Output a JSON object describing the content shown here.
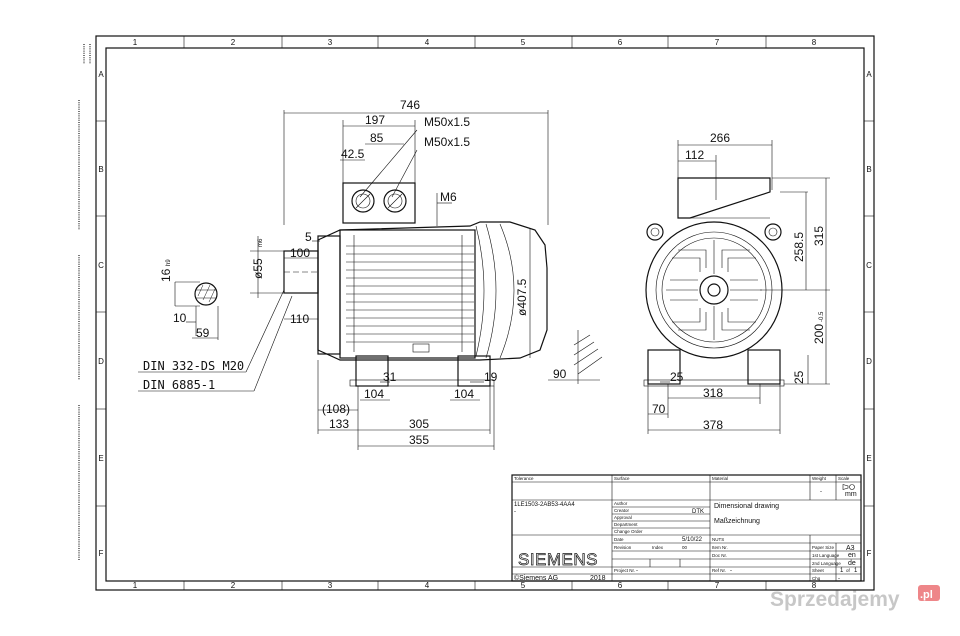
{
  "grid": {
    "columns": [
      "1",
      "2",
      "3",
      "4",
      "5",
      "6",
      "7",
      "8"
    ],
    "rows": [
      "A",
      "B",
      "C",
      "D",
      "E",
      "F"
    ]
  },
  "side_view": {
    "dims": {
      "overall_length": "746",
      "terminal_197": "197",
      "terminal_85": "85",
      "terminal_42_5": "42.5",
      "gland_1": "M50x1.5",
      "gland_2": "M50x1.5",
      "screw": "M6",
      "shaft_dia": "ø55",
      "shaft_dia_tol": "m6",
      "shaft_100": "100",
      "shaft_5": "5",
      "flange_dia": "ø407.5",
      "shaft_110": "110",
      "foot_31": "31",
      "foot_19": "19",
      "foot_104_a": "104",
      "foot_104_b": "104",
      "dim_108": "(108)",
      "dim_133": "133",
      "dim_305": "305",
      "dim_355": "355",
      "dim_90": "90"
    },
    "notes": [
      "DIN 332-DS M20",
      "DIN 6885-1"
    ]
  },
  "key_detail": {
    "height": "16",
    "height_tol": "h9",
    "width_10": "10",
    "width_59": "59"
  },
  "end_view": {
    "dims": {
      "width_266": "266",
      "offset_112": "112",
      "height_315": "315",
      "height_258_5": "258.5",
      "shaft_height": "200",
      "shaft_height_tol": "-0.5",
      "foot_25_a": "25",
      "foot_25_b": "25",
      "foot_70": "70",
      "foot_318": "318",
      "overall_378": "378"
    }
  },
  "title_block": {
    "tolerance_label": "Tolerance",
    "surface_label": "Surface",
    "material_label": "Material",
    "weight_label": "Weight",
    "scale_label": "Scale",
    "scale_value": "-",
    "unit": "mm",
    "part_no": "1LE1503-2AB53-4AA4",
    "part_no_sub": "-",
    "author_label": "Author",
    "creator_label": "Creator",
    "creator_value": "DTK",
    "approval_label": "Approval",
    "department_label": "Department",
    "change_order_label": "Change Order",
    "date_label": "Date",
    "date_value": "5/10/22",
    "revision_label": "Revision",
    "index_label": "Index",
    "index_value": "00",
    "project_label": "Project Nr.",
    "project_value": "-",
    "item_label": "Item Nr.",
    "doc_label": "Doc Nr.",
    "ref_label": "Ref Nr.",
    "ref_value": "-",
    "desc_en": "Dimensional drawing",
    "desc_de": "Maßzeichnung",
    "nuts_label": "NUTS",
    "sheet_size_label": "Paper Size",
    "sheet_size": "A3",
    "lang1_label": "1st Language",
    "lang1": "en",
    "lang2_label": "2nd Language",
    "lang2": "de",
    "sheet_label": "Sheet",
    "sheet_no": "1",
    "sheet_of": "of",
    "sheet_total": "1",
    "change_no_label": "Chg",
    "change_no": "-",
    "brand": "SIEMENS",
    "copyright": "©Siemens AG",
    "copyright_year": "2018"
  },
  "watermark": {
    "text": "Sprzedajemy",
    "suffix": ".pl",
    "accent": "#e1252a"
  },
  "colors": {
    "ink": "#111111",
    "paper": "#ffffff"
  }
}
